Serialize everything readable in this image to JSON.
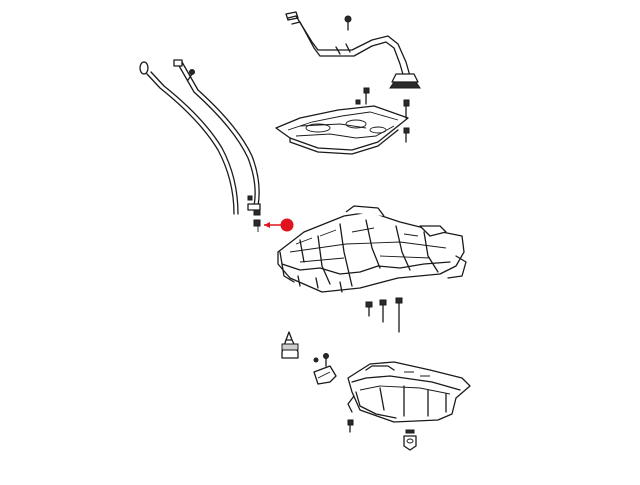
{
  "diagram": {
    "highlight_color": "#e0141e",
    "line_color": "#1a1a1a",
    "background": "#ffffff",
    "parts": [
      {
        "name": "oil-fill-tube"
      },
      {
        "name": "oil-dipstick"
      },
      {
        "name": "dipstick-tube"
      },
      {
        "name": "windage-tray"
      },
      {
        "name": "upper-oil-pan"
      },
      {
        "name": "lower-oil-pan"
      },
      {
        "name": "sealant-tube"
      },
      {
        "name": "drain-plug"
      },
      {
        "name": "highlighted-fastener"
      }
    ]
  }
}
